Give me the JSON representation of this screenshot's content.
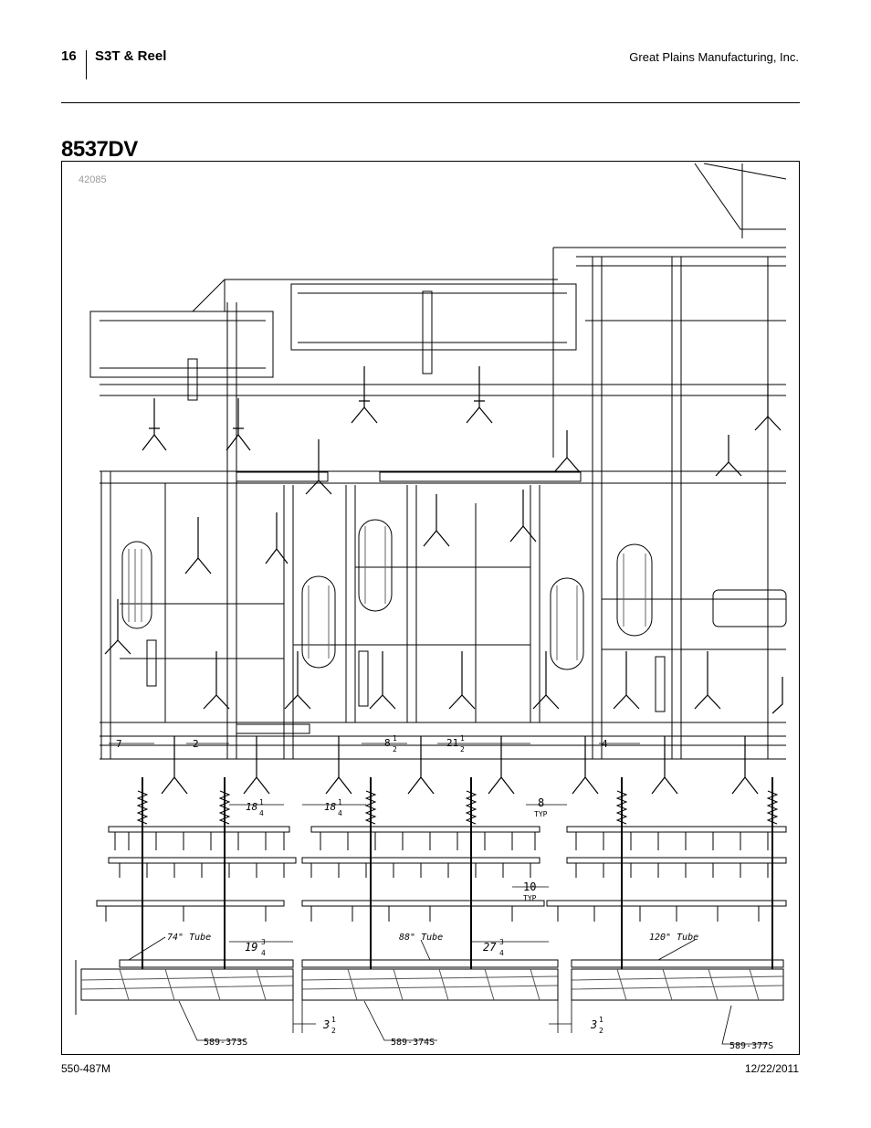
{
  "header": {
    "page_number": "16",
    "doc_title": "S3T & Reel",
    "company": "Great Plains Manufacturing, Inc."
  },
  "section_title": "8537DV",
  "figure": {
    "figure_id": "42085",
    "dimensions": {
      "d_7": "7",
      "d_2": "2",
      "d_8_half": "8",
      "d_21_half": "21",
      "d_4": "4",
      "d_18_1": "18",
      "d_18_2": "18",
      "d_8_typ": "8",
      "typ_1": "TYP",
      "d_10_typ": "10",
      "typ_2": "TYP",
      "d_19_3_4": "19",
      "d_27_3_4": "27",
      "d_3_half_1": "3",
      "d_3_half_2": "3"
    },
    "fractions": {
      "half": "1",
      "half_den": "2",
      "quarter_num": "1",
      "quarter_den": "4",
      "threeq_num": "3",
      "threeq_den": "4"
    },
    "tube_labels": [
      "74\" Tube",
      "88\" Tube",
      "120\" Tube"
    ],
    "part_numbers": [
      "589-373S",
      "589-374S",
      "589-377S"
    ]
  },
  "footer": {
    "part_number": "550-487M",
    "date": "12/22/2011"
  }
}
